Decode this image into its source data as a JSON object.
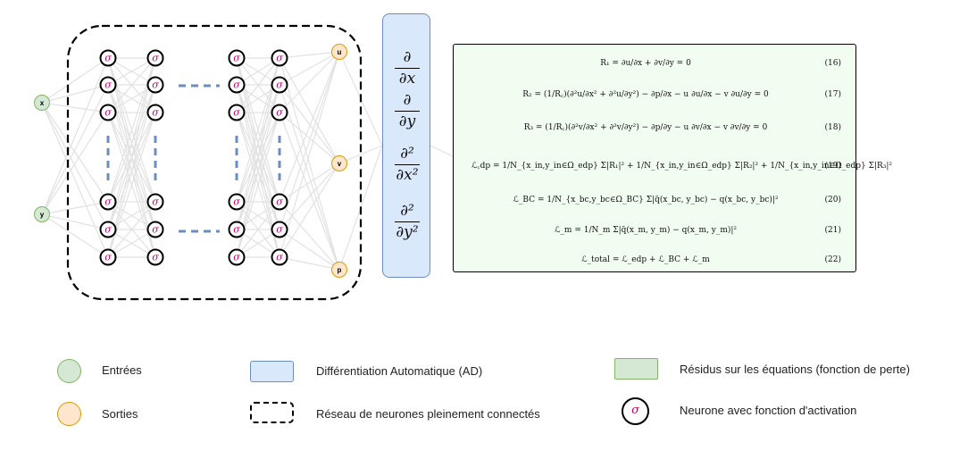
{
  "network": {
    "inputs": [
      "x",
      "y"
    ],
    "outputs": [
      "u",
      "v",
      "p"
    ],
    "activation_symbol": "σ"
  },
  "ad": {
    "ops": [
      {
        "num": "∂",
        "den": "∂x"
      },
      {
        "num": "∂",
        "den": "∂y"
      },
      {
        "num": "∂²",
        "den": "∂x²"
      },
      {
        "num": "∂²",
        "den": "∂y²"
      }
    ]
  },
  "equations": [
    {
      "expr": "R₁ = ∂u/∂x + ∂v/∂y = 0",
      "tag": "(16)"
    },
    {
      "expr": "R₂ = (1/R꜀)(∂²u/∂x² + ∂²u/∂y²) − ∂p/∂x − u ∂u/∂x − v ∂u/∂y = 0",
      "tag": "(17)"
    },
    {
      "expr": "R₃ = (1/R꜀)(∂²v/∂x² + ∂²v/∂y²) − ∂p/∂y − u ∂v/∂x − v ∂v/∂y = 0",
      "tag": "(18)"
    },
    {
      "expr": "ℒ꜀dp = 1/N_{x_in,y_in∈Ω_edp} Σ|R₁|² + 1/N_{x_in,y_in∈Ω_edp} Σ|R₂|² + 1/N_{x_in,y_in∈Ω_edp} Σ|R₃|²",
      "tag": "(19)"
    },
    {
      "expr": "ℒ_BC = 1/N_{x_bc,y_bc∈Ω_BC} Σ|q̃(x_bc, y_bc) − q(x_bc, y_bc)|²",
      "tag": "(20)"
    },
    {
      "expr": "ℒ_m = 1/N_m Σ|q̃(x_m, y_m) − q(x_m, y_m)|²",
      "tag": "(21)"
    },
    {
      "expr": "ℒ_total = ℒ_edp + ℒ_BC + ℒ_m",
      "tag": "(22)"
    }
  ],
  "legend": {
    "inputs_label": "Entrées",
    "outputs_label": "Sorties",
    "ad_label": "Différentiation Automatique (AD)",
    "network_label": "Réseau de neurones pleinement connectés",
    "residuals_label": "Résidus sur les équations (fonction de perte)",
    "neuron_label": "Neurone avec fonction d'activation"
  },
  "colors": {
    "input_fill": "#d5e8d4",
    "output_fill": "#ffe6cc",
    "ad_fill": "#dae8fc",
    "residual_fill": "#d5e8d4",
    "equation_panel_fill": "#f1fdf0",
    "sigma_color": "#cc0066",
    "dash_blue": "#6c8ebf"
  }
}
